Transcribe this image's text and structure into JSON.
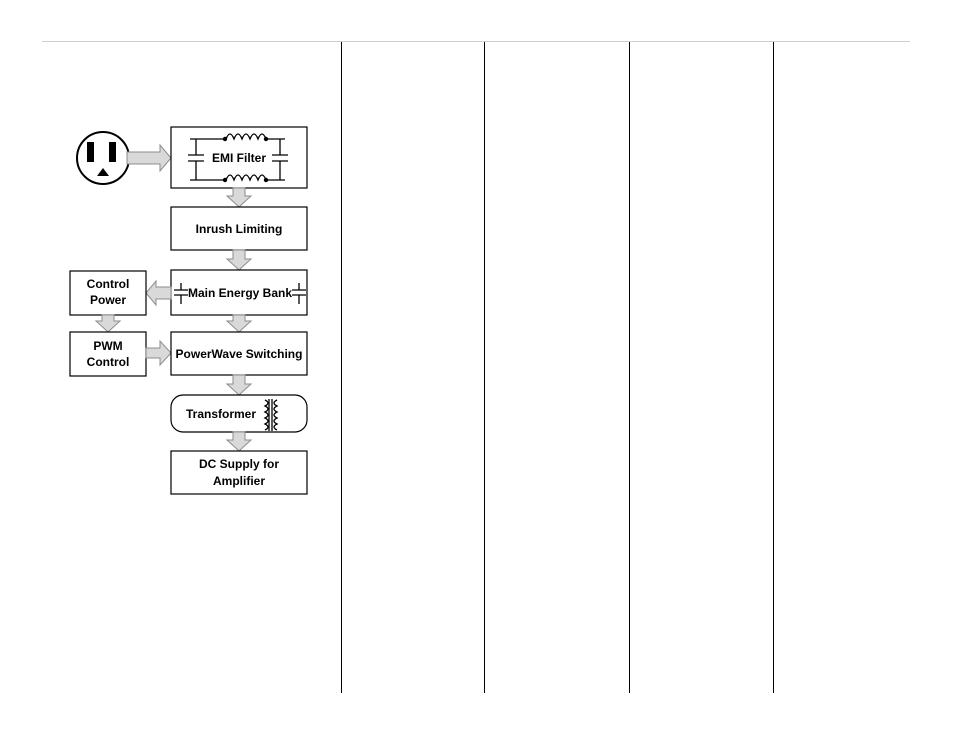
{
  "diagram": {
    "blocks": {
      "emi_filter": "EMI Filter",
      "inrush_limiting": "Inrush Limiting",
      "main_energy_bank": "Main Energy Bank",
      "control_power_line1": "Control",
      "control_power_line2": "Power",
      "pwm_control_line1": "PWM",
      "pwm_control_line2": "Control",
      "powerwave_switching": "PowerWave Switching",
      "transformer": "Transformer",
      "dc_supply_line1": "DC Supply for",
      "dc_supply_line2": "Amplifier"
    },
    "icons": {
      "outlet": "ac-outlet-icon",
      "capacitor": "capacitor-icon",
      "inductor": "inductor-icon",
      "transformer": "transformer-symbol-icon"
    },
    "colors": {
      "arrow_fill": "#d9d9d9",
      "arrow_stroke": "#8c8c8c",
      "line": "#000000"
    }
  }
}
